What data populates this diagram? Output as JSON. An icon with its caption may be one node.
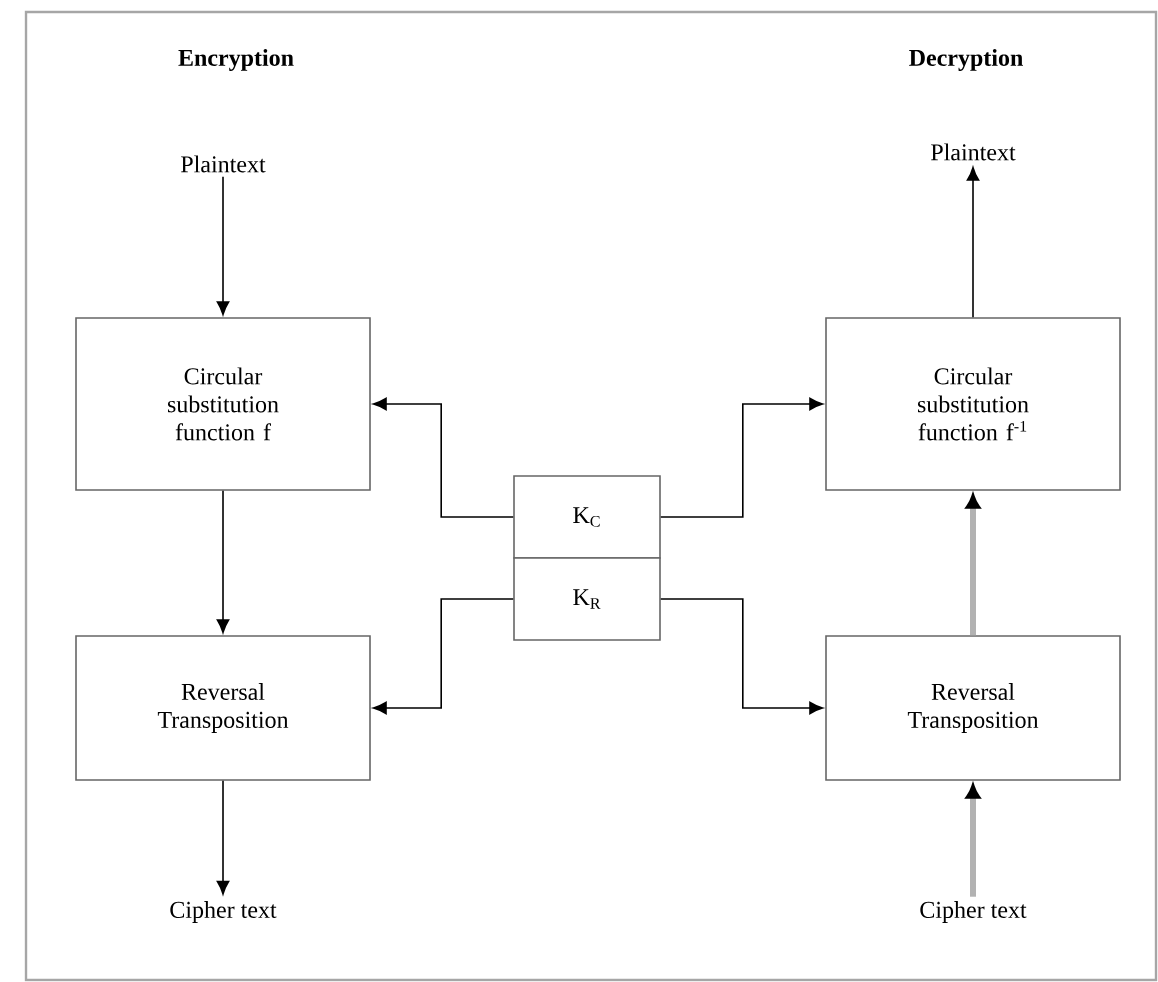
{
  "diagram": {
    "nodes": [
      {
        "text": [
          "Plaintext"
        ]
      },
      {
        "text": [
          "Circular substitution function f"
        ]
      },
      {
        "text": [
          "Reversal Transposition"
        ]
      },
      {
        "text": [
          "Cipher text"
        ]
      },
      {
        "text": [
          "K$_{C}$"
        ]
      },
      {
        "text": [
          "K$_{R}$"
        ]
      },
      {
        "text": [
          "Plaintext"
        ]
      },
      {
        "text": [
          "Circular substitution function f$^{-1}$"
        ]
      },
      {
        "text": [
          "Reversal Transposition"
        ]
      },
      {
        "text": [
          "Cipher text"
        ]
      }
    ],
    "edges": [
      {
        "from": 0,
        "to": 1,
        "arrow": "to"
      },
      {
        "from": 1,
        "to": 2,
        "arrow": "to"
      },
      {
        "from": 2,
        "to": 3,
        "arrow": "to"
      },
      {
        "from": 4,
        "to": 1,
        "arrow": "to"
      },
      {
        "from": 5,
        "to": 2,
        "arrow": "to"
      },
      {
        "from": 4,
        "to": 7,
        "arrow": "to"
      },
      {
        "from": 5,
        "to": 8,
        "arrow": "to"
      },
      {
        "from": 9,
        "to": 8,
        "arrow": "to",
        "style": "thick",
        "color": "#b2b2b2"
      },
      {
        "from": 8,
        "to": 7,
        "arrow": "to",
        "style": "thick",
        "color": "#b2b2b2"
      },
      {
        "from": 7,
        "to": 6,
        "arrow": "to"
      }
    ],
    "labels": [
      "Encryption",
      "Decryption"
    ]
  }
}
